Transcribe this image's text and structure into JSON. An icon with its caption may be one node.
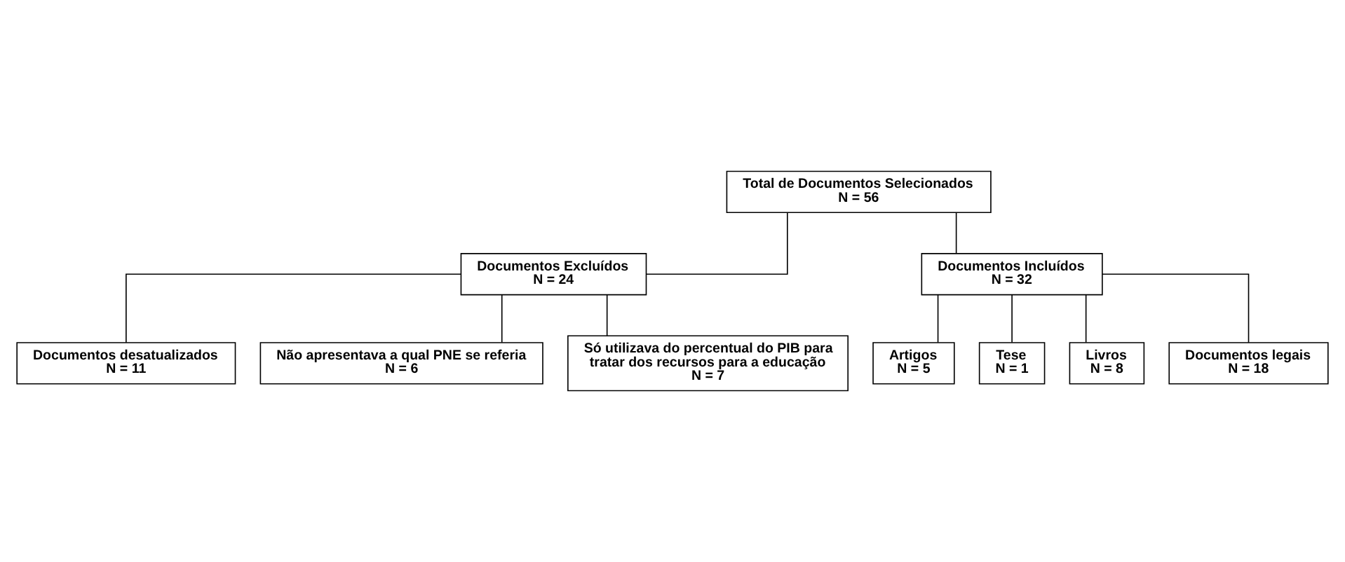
{
  "diagram": {
    "nodes": [
      {
        "text": [
          "Total de Documentos Selecionados",
          "N = 56"
        ]
      },
      {
        "text": [
          "Documentos Excluídos",
          "N = 24"
        ]
      },
      {
        "text": [
          "Documentos Incluídos",
          "N = 32"
        ]
      },
      {
        "text": [
          "Documentos desatualizados",
          "N = 11"
        ]
      },
      {
        "text": [
          "Não apresentava a qual PNE se referia",
          "N = 6"
        ]
      },
      {
        "text": [
          "Só utilizava do percentual do PIB para tratar dos recursos para a educação",
          "N = 7"
        ]
      },
      {
        "text": [
          "Artigos",
          "N = 5"
        ]
      },
      {
        "text": [
          "Tese",
          "N = 1"
        ]
      },
      {
        "text": [
          "Livros",
          "N = 8"
        ]
      },
      {
        "text": [
          "Documentos legais",
          "N = 18"
        ]
      }
    ],
    "edges": [
      {
        "from": 0,
        "to": 1,
        "arrow": "none"
      },
      {
        "from": 0,
        "to": 2,
        "arrow": "none"
      },
      {
        "from": 1,
        "to": 3,
        "arrow": "none"
      },
      {
        "from": 1,
        "to": 4,
        "arrow": "none"
      },
      {
        "from": 1,
        "to": 5,
        "arrow": "none"
      },
      {
        "from": 2,
        "to": 6,
        "arrow": "none"
      },
      {
        "from": 2,
        "to": 7,
        "arrow": "none"
      },
      {
        "from": 2,
        "to": 8,
        "arrow": "none"
      },
      {
        "from": 2,
        "to": 9,
        "arrow": "none"
      }
    ]
  }
}
